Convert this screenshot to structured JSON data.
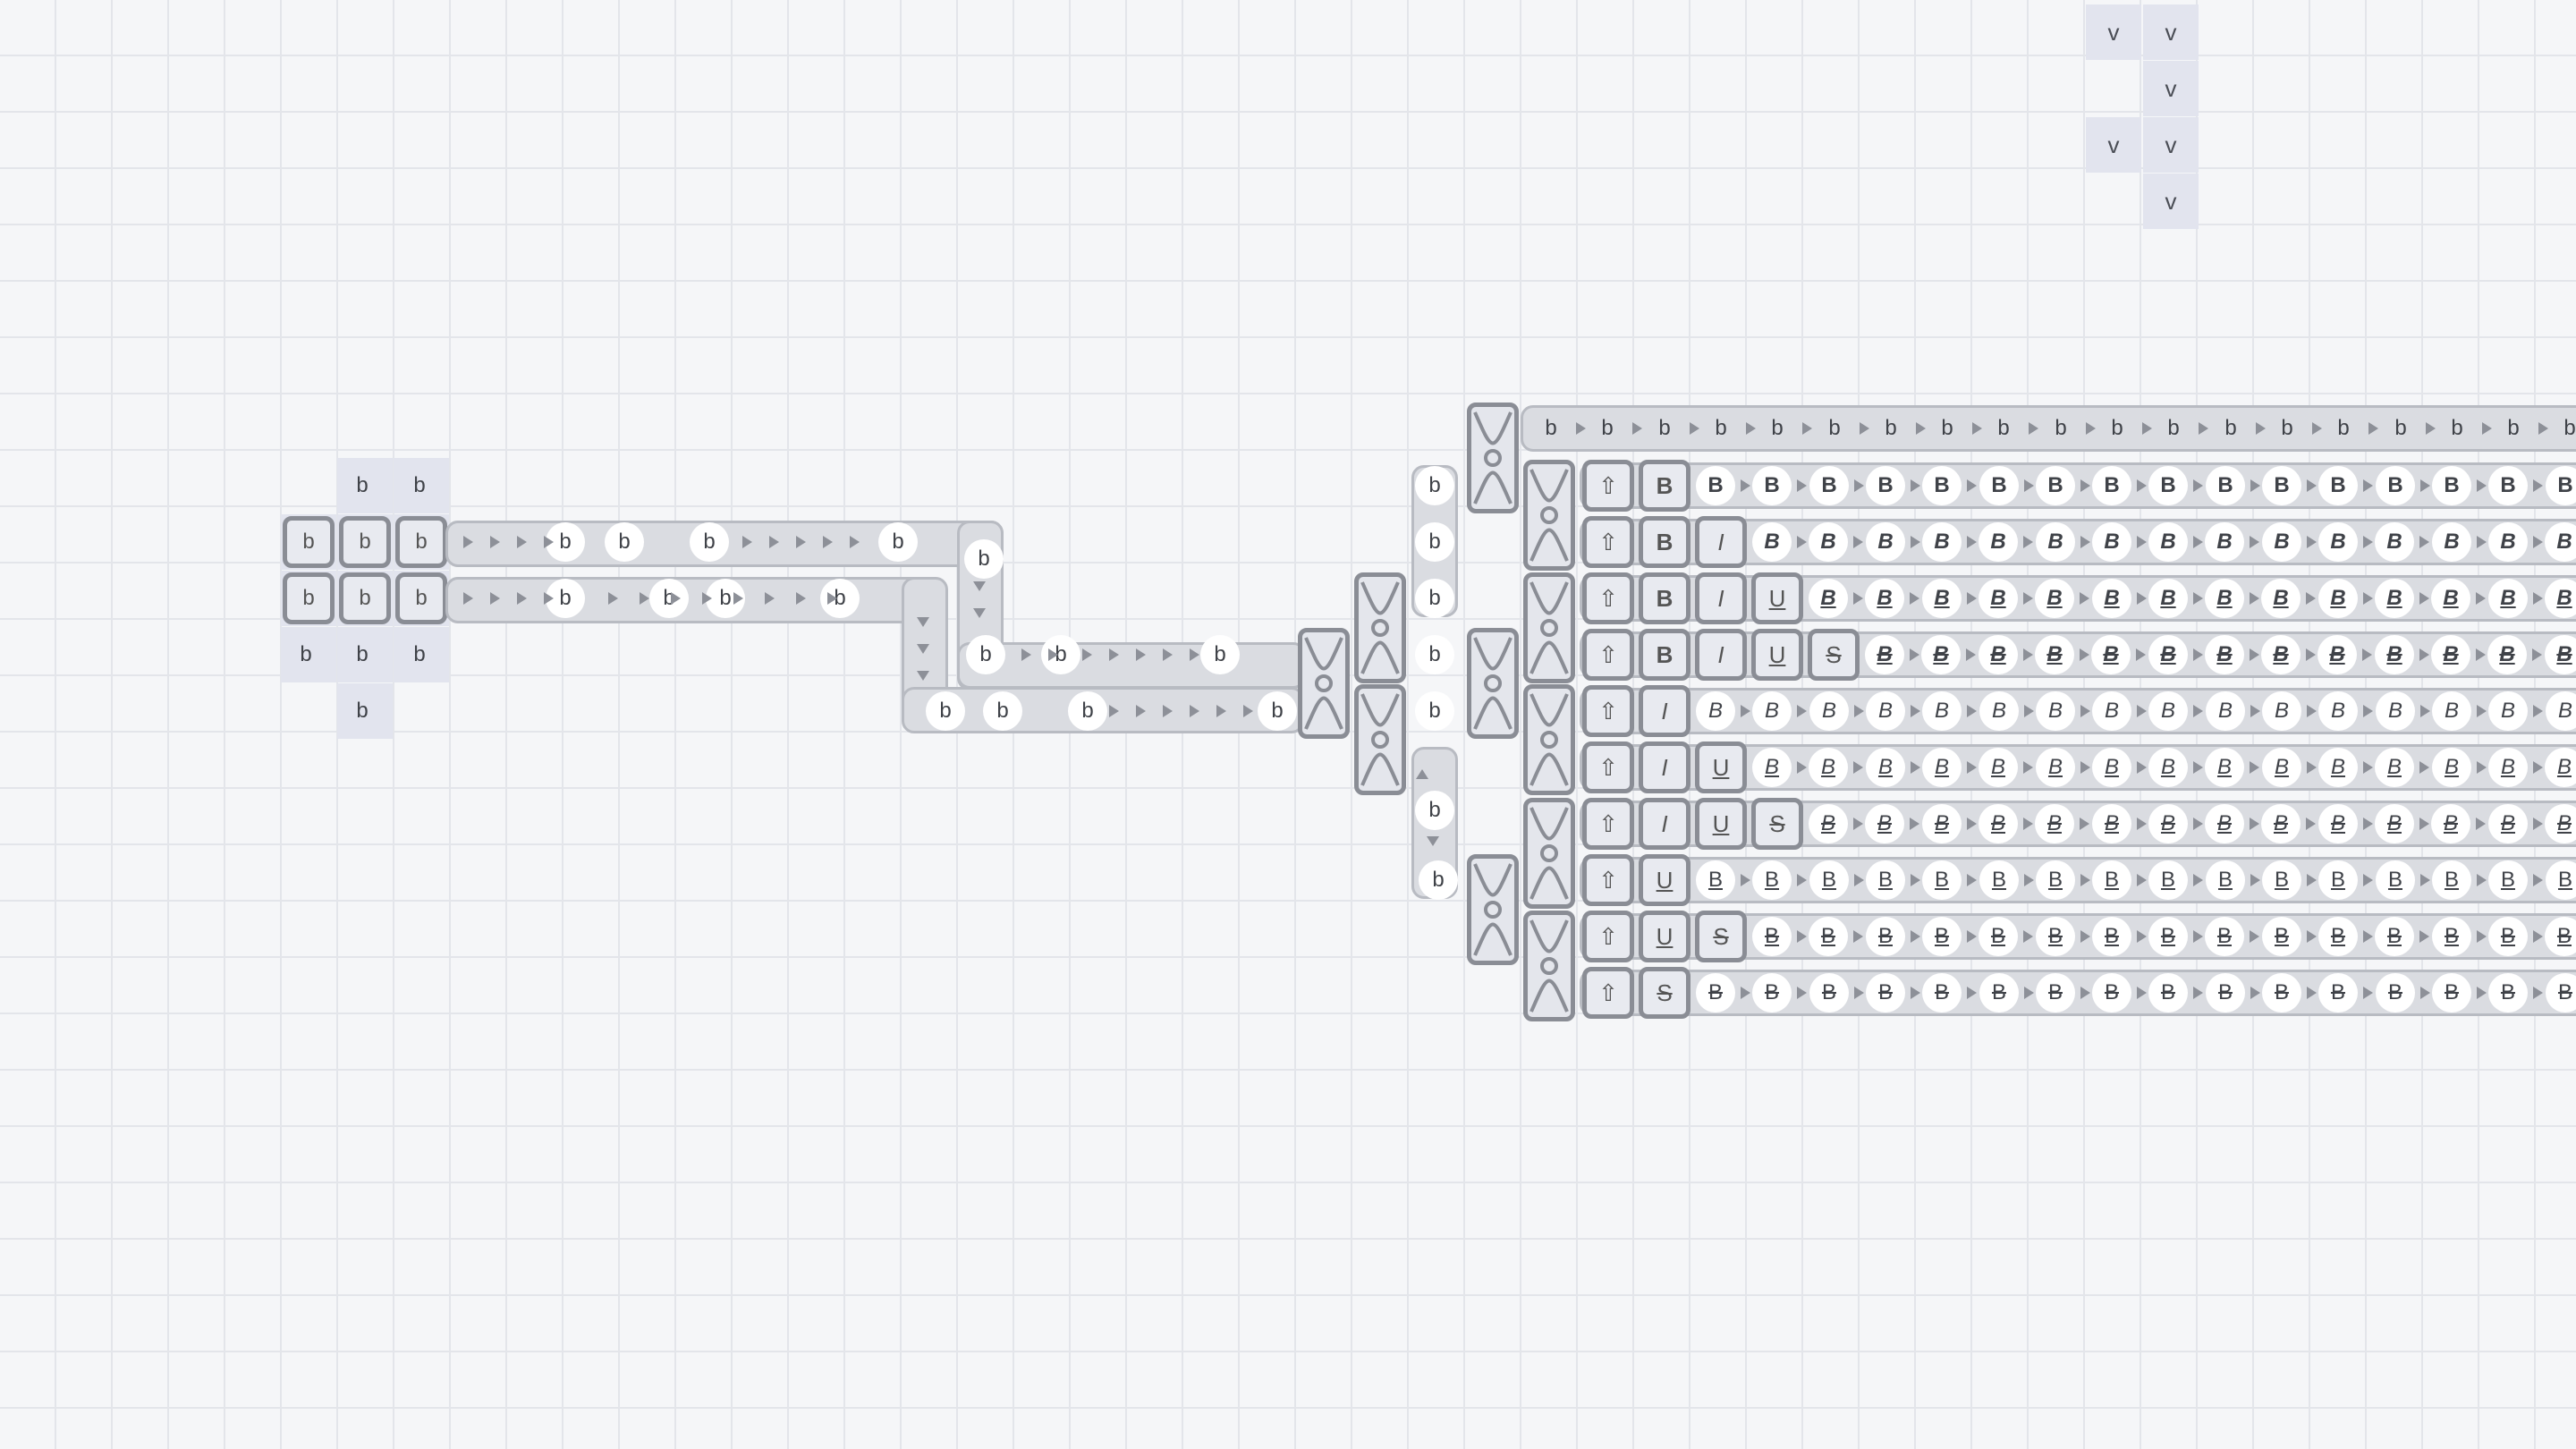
{
  "legend_letters": [
    "v",
    "v",
    "v",
    "v",
    "v",
    "v"
  ],
  "source_letter": "b",
  "icons": {
    "shift": "shift-icon",
    "splitter": "splitter-icon"
  },
  "tool_labels": {
    "shift": "⇧",
    "bold": "B",
    "italic": "I",
    "underline": "U",
    "strike": "S"
  },
  "rows": [
    {
      "tools": [],
      "output": "b",
      "style": "plain"
    },
    {
      "tools": [
        "shift",
        "bold"
      ],
      "output": "B",
      "style": "bold"
    },
    {
      "tools": [
        "shift",
        "bold",
        "italic"
      ],
      "output": "B",
      "style": "bold italic"
    },
    {
      "tools": [
        "shift",
        "bold",
        "italic",
        "underline"
      ],
      "output": "B",
      "style": "bold italic ul"
    },
    {
      "tools": [
        "shift",
        "bold",
        "italic",
        "underline",
        "strike"
      ],
      "output": "B",
      "style": "bold italic ul st"
    },
    {
      "tools": [
        "shift",
        "italic"
      ],
      "output": "B",
      "style": "italic"
    },
    {
      "tools": [
        "shift",
        "italic",
        "underline"
      ],
      "output": "B",
      "style": "italic ul"
    },
    {
      "tools": [
        "shift",
        "italic",
        "underline",
        "strike"
      ],
      "output": "B",
      "style": "italic ul st"
    },
    {
      "tools": [
        "shift",
        "underline"
      ],
      "output": "B",
      "style": "ul"
    },
    {
      "tools": [
        "shift",
        "underline",
        "strike"
      ],
      "output": "B",
      "style": "ul st"
    },
    {
      "tools": [
        "shift",
        "strike"
      ],
      "output": "B",
      "style": "st"
    }
  ],
  "colors": {
    "background": "#f5f6f8",
    "belt": "#dadce1",
    "machine_border": "#8a8d95",
    "pad": "#e2e4ee"
  }
}
